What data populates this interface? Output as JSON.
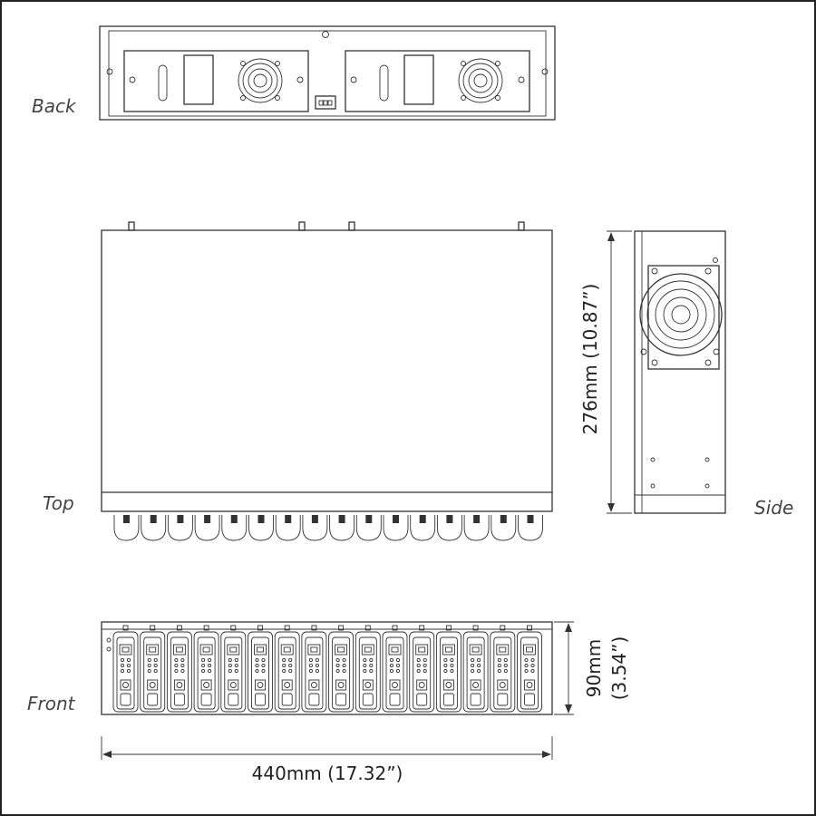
{
  "views": {
    "back": "Back",
    "top": "Top",
    "side": "Side",
    "front": "Front"
  },
  "dimensions": {
    "depth": "276mm (10.87”)",
    "height_mm": "90mm",
    "height_in": "(3.54”)",
    "width": "440mm (17.32”)"
  },
  "slot_count": 16
}
